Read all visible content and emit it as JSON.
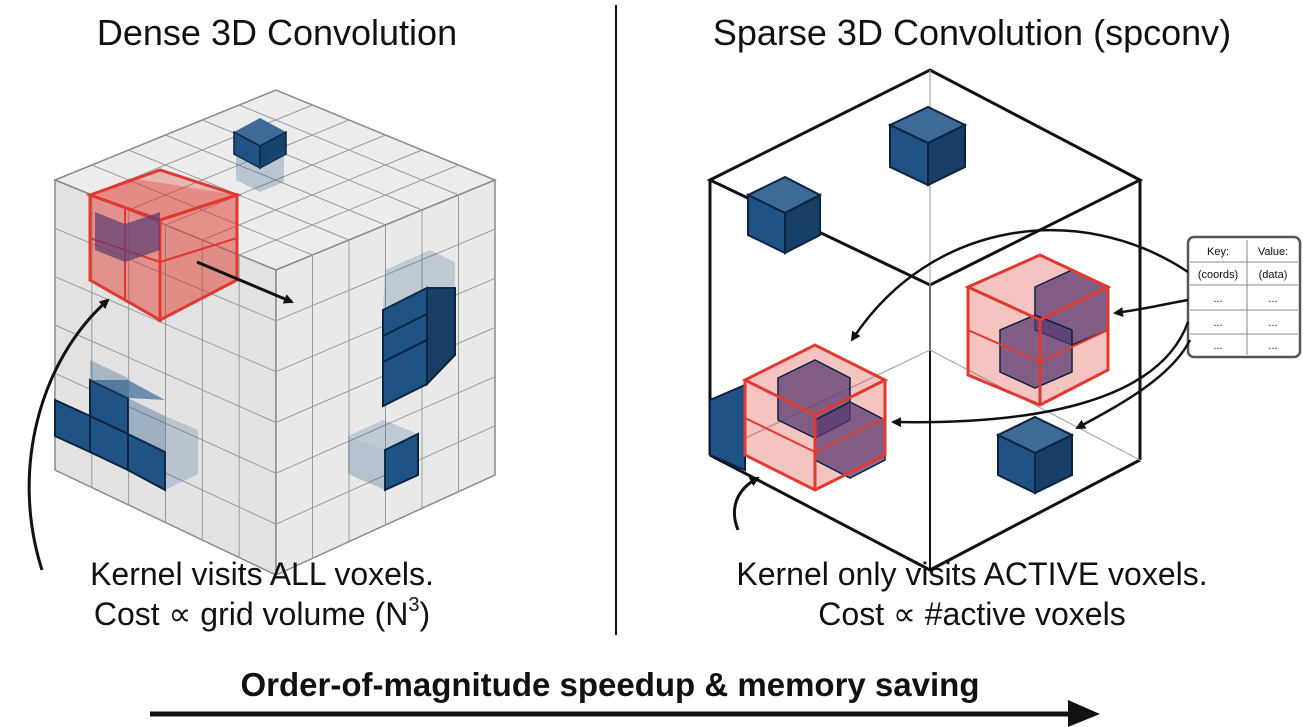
{
  "left_panel": {
    "title": "Dense 3D Convolution",
    "caption_line1": "Kernel visits ALL voxels.",
    "caption_line2_prefix": "Cost ∝ grid volume (N",
    "caption_line2_exp": "3",
    "caption_line2_suffix": ")"
  },
  "right_panel": {
    "title": "Sparse 3D Convolution (spconv)",
    "caption_line1": "Kernel only visits ACTIVE voxels.",
    "caption_line2": "Cost ∝ #active voxels",
    "hash_table": {
      "header": [
        "Key:",
        "Value:"
      ],
      "subheader": [
        "(coords)",
        "(data)"
      ],
      "rows": [
        [
          "...",
          "..."
        ],
        [
          "...",
          "..."
        ],
        [
          "...",
          "..."
        ]
      ]
    }
  },
  "banner": "Order-of-magnitude speedup & memory saving",
  "colors": {
    "active_voxel": "#1f5285",
    "active_voxel_dark": "#163e66",
    "kernel": "#e03a30",
    "grid_line": "#8a8a8a",
    "grid_fill": "#e6e6e6"
  }
}
